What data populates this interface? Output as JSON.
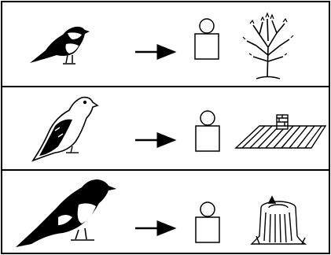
{
  "rows": [
    {
      "bird": "tit-bird",
      "target": "tree"
    },
    {
      "bird": "pigeon-bird",
      "target": "roof-with-chimney"
    },
    {
      "bird": "magpie-bird",
      "target": "tree-stump"
    }
  ],
  "colors": {
    "ink": "#000000",
    "paper": "#ffffff"
  }
}
